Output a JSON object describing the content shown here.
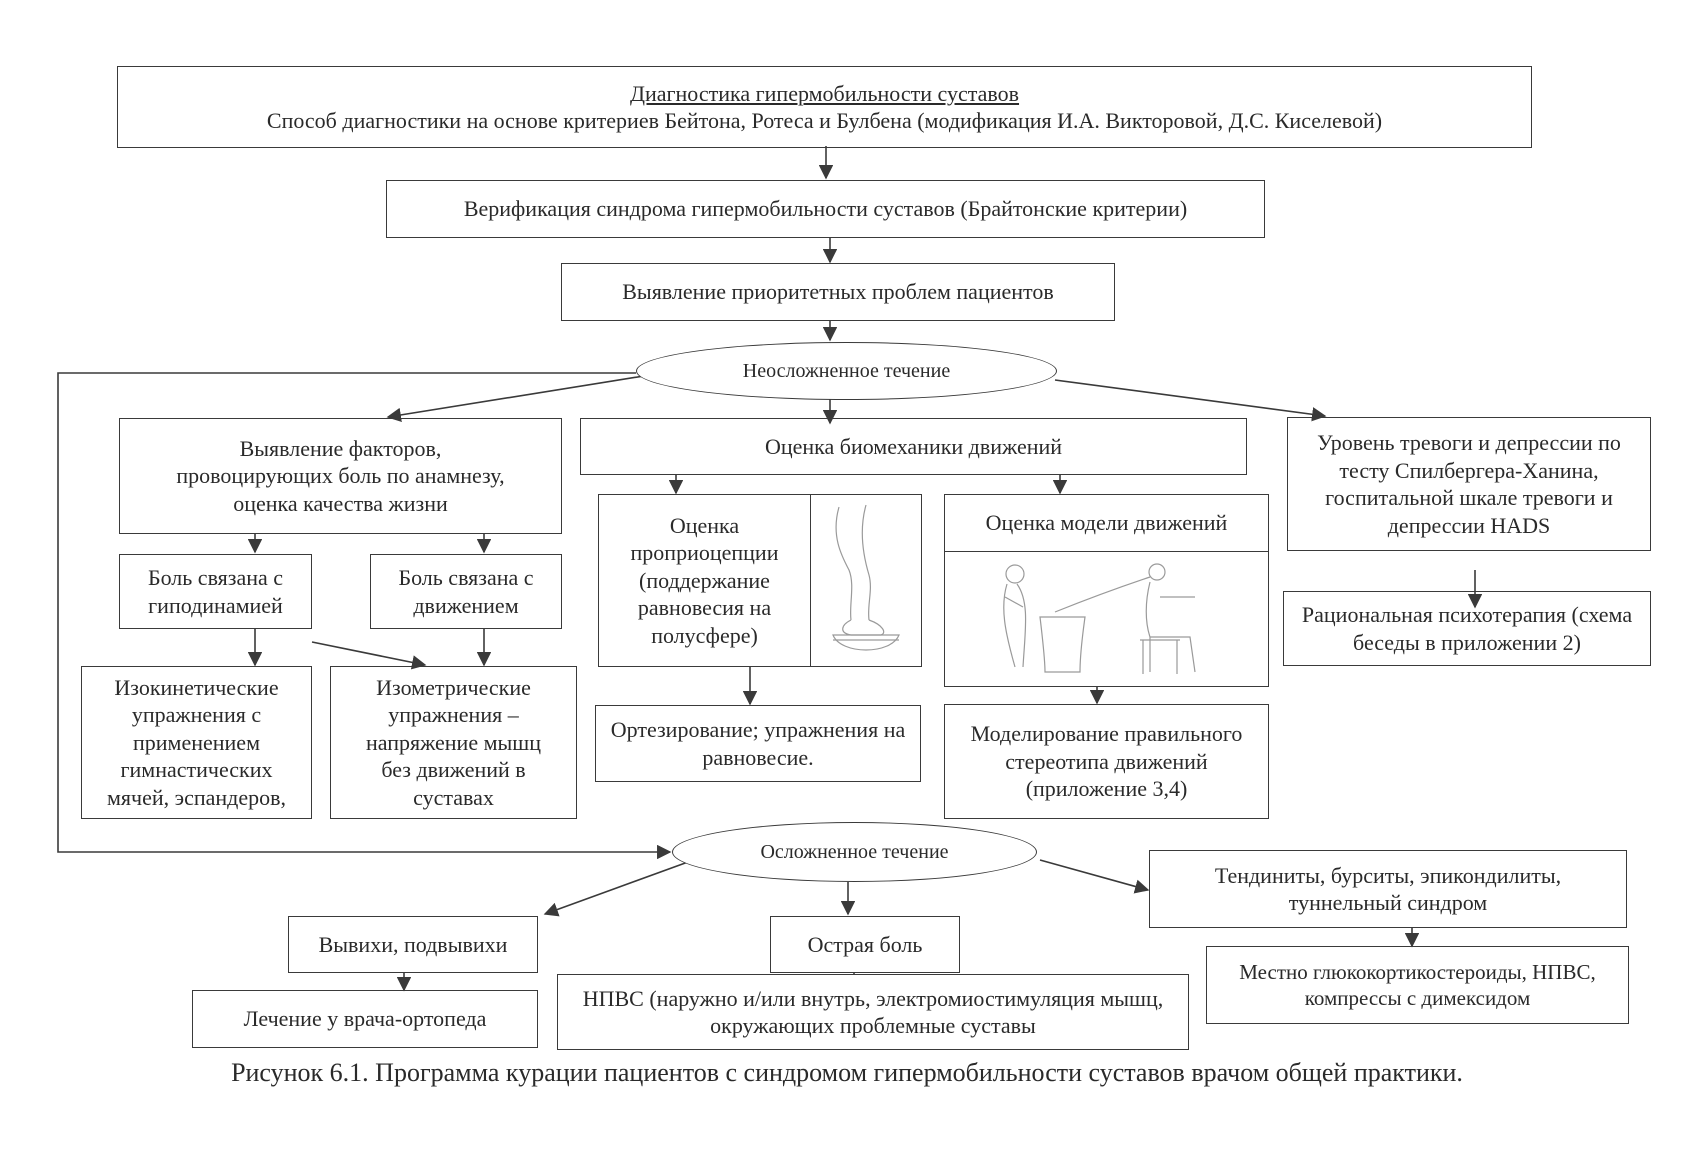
{
  "diagnostics": {
    "title": "Диагностика гипермобильности суставов",
    "method": "Способ диагностики на основе критериев Бейтона, Ротеса и Булбена (модификация И.А. Викторовой, Д.С. Киселевой)"
  },
  "verification": "Верификация синдрома гипермобильности суставов (Брайтонские критерии)",
  "priority_problems": "Выявление приоритетных проблем пациентов",
  "uncomplicated_course": "Неосложненное течение",
  "factors": "Выявление факторов, провоцирующих боль по анамнезу, оценка качества жизни",
  "biomechanics": "Оценка биомеханики движений",
  "anxiety": "Уровень тревоги и депрессии по тесту Спилбергера-Ханина, госпитальной шкале тревоги и депрессии HADS",
  "pain_hypodynamia": "Боль связана с гиподинамией",
  "pain_movement": "Боль связана с движением",
  "isokinetic": "Изокинетические упражнения с применением гимнастических мячей, эспандеров,",
  "isometric": "Изометрические упражнения – напряжение мышц без движений в суставах",
  "proprioception": "Оценка проприоцепции (поддержание равновесия на полусфере)",
  "movement_model": "Оценка модели движений",
  "psychotherapy": "Рациональная психотерапия (схема беседы в приложении 2)",
  "orthosis": "Ортезирование; упражнения на равновесие.",
  "stereotype": "Моделирование правильного стереотипа движений (приложение 3,4)",
  "complicated_course": "Осложненное течение",
  "dislocations": "Вывихи, подвывихи",
  "acute_pain": "Острая боль",
  "tendinitis": "Тендиниты, бурситы, эпикондилиты, туннельный синдром",
  "orthopedist": "Лечение у врача-ортопеда",
  "nsaid": "НПВС (наружно и/или внутрь, электромиостимуляция мышц, окружающих проблемные суставы",
  "local_gcs": "Местно глюкокортикостероиды, НПВС, компрессы с димексидом",
  "caption": "Рисунок 6.1. Программа курации пациентов с синдромом гипермобильности суставов врачом общей практики.",
  "colors": {
    "line": "#3a3a3a",
    "text": "#2a2a2a",
    "background": "#ffffff"
  }
}
